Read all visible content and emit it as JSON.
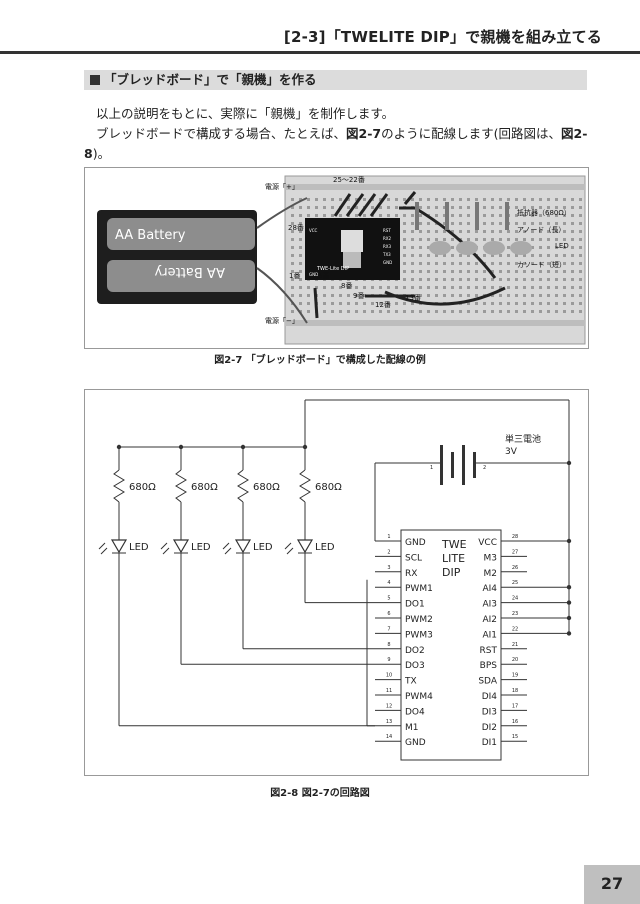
{
  "header": {
    "chapter_title": "[2-3]「TWELITE DIP」で親機を組み立てる"
  },
  "section": {
    "heading": "「ブレッドボード」で「親機」を作る"
  },
  "body": {
    "p1": "以上の説明をもとに、実際に「親機」を制作します。",
    "p2_a": "ブレッドボードで構成する場合、たとえば、",
    "p2_ref1": "図2-7",
    "p2_b": "のように配線します(回路図は、",
    "p2_ref2": "図2-8",
    "p2_c": ")。"
  },
  "figure7": {
    "caption": "図2-7 「ブレッドボード」で構成した配線の例",
    "battery_label": "AA Battery",
    "battery_label_flipped": "AA Battery",
    "module_label": "TWE-Lite DIP",
    "labels": {
      "power_plus": "電源「+」",
      "power_minus": "電源「−」",
      "pin_25_22": "25～22番",
      "pin_28": "28番",
      "pin_1": "1番",
      "pin_5": "5番",
      "pin_8": "8番",
      "pin_9": "9番",
      "pin_12": "12番",
      "pin_13": "13番",
      "resistor": "抵抗器（680Ω）",
      "anode": "アノード（長）",
      "led": "LED",
      "cathode": "カソード（短）"
    },
    "module_pins_left": [
      "VCC",
      "",
      "",
      "",
      "GND"
    ],
    "module_pins_right": [
      "RST",
      "RX2",
      "RX3",
      "TX3",
      "GND"
    ]
  },
  "figure8": {
    "caption": "図2-8 図2-7の回路図",
    "battery_label": "単三電池",
    "battery_voltage": "3V",
    "battery_pin1": "1",
    "battery_pin2": "2",
    "resistor_value": "680Ω",
    "led_label": "LED",
    "ic_name": [
      "TWE",
      "LITE",
      "DIP"
    ],
    "left_pins": [
      {
        "num": "1",
        "name": "GND"
      },
      {
        "num": "2",
        "name": "SCL"
      },
      {
        "num": "3",
        "name": "RX"
      },
      {
        "num": "4",
        "name": "PWM1"
      },
      {
        "num": "5",
        "name": "DO1"
      },
      {
        "num": "6",
        "name": "PWM2"
      },
      {
        "num": "7",
        "name": "PWM3"
      },
      {
        "num": "8",
        "name": "DO2"
      },
      {
        "num": "9",
        "name": "DO3"
      },
      {
        "num": "10",
        "name": "TX"
      },
      {
        "num": "11",
        "name": "PWM4"
      },
      {
        "num": "12",
        "name": "DO4"
      },
      {
        "num": "13",
        "name": "M1"
      },
      {
        "num": "14",
        "name": "GND"
      }
    ],
    "right_pins": [
      {
        "num": "28",
        "name": "VCC"
      },
      {
        "num": "27",
        "name": "M3"
      },
      {
        "num": "26",
        "name": "M2"
      },
      {
        "num": "25",
        "name": "AI4"
      },
      {
        "num": "24",
        "name": "AI3"
      },
      {
        "num": "23",
        "name": "AI2"
      },
      {
        "num": "22",
        "name": "AI1"
      },
      {
        "num": "21",
        "name": "RST"
      },
      {
        "num": "20",
        "name": "BPS"
      },
      {
        "num": "19",
        "name": "SDA"
      },
      {
        "num": "18",
        "name": "DI4"
      },
      {
        "num": "17",
        "name": "DI3"
      },
      {
        "num": "16",
        "name": "DI2"
      },
      {
        "num": "15",
        "name": "DI1"
      }
    ]
  },
  "footer": {
    "page_number": "27"
  }
}
